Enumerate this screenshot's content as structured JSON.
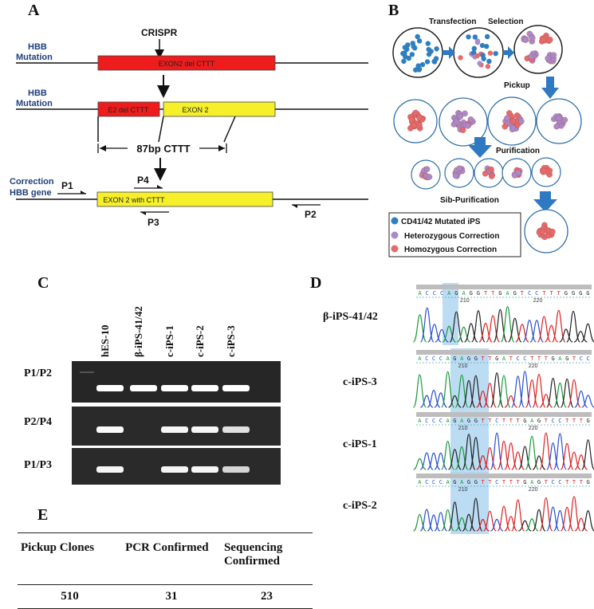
{
  "panels": {
    "a": "A",
    "b": "B",
    "c": "C",
    "d": "D",
    "e": "E"
  },
  "panel_a": {
    "row1_label_line1": "HBB",
    "row1_label_line2": "Mutation",
    "crispr": "CRISPR",
    "exon2_del": "EXON2 del CTTT",
    "row2_label_line1": "HBB",
    "row2_label_line2": "Mutation",
    "e2_del": "E2 del CTTT",
    "exon2": "EXON 2",
    "bp": "87bp CTTT",
    "row3_label_line1": "Correction",
    "row3_label_line2": "HBB gene",
    "p1": "P1",
    "p4": "P4",
    "exon2_with": "EXON 2 with CTTT",
    "p3": "P3",
    "p2": "P2"
  },
  "panel_b": {
    "transfection": "Transfection",
    "selection": "Selection",
    "pickup": "Pickup",
    "purification": "Purification",
    "sib_purification": "Sib-Purification",
    "legend": [
      "CD41/42 Mutated iPS",
      "Heterozygous  Correction",
      "Homozygous Correction"
    ],
    "colors": {
      "mutated": "#2f7fbf",
      "heterozygous": "#a98ac9",
      "homozygous": "#e46b6b",
      "arrow": "#2e79c2"
    }
  },
  "panel_c": {
    "lanes": [
      "hES-10",
      "β-iPS-41/42",
      "c-iPS-1",
      "c-iPS-2",
      "c-iPS-3"
    ],
    "rows": [
      "P1/P2",
      "P2/P4",
      "P1/P3"
    ]
  },
  "panel_d": {
    "samples": [
      {
        "label": "β-iPS-41/42",
        "seq": "ACCCAGAGGTTGAGTCCTTTGGGG",
        "tick1": "210",
        "tick2": "220"
      },
      {
        "label": "c-iPS-3",
        "seq": "ACCCAGAGGTTGATCCTTTGAGTCC",
        "tick1": "210",
        "tick2": "220"
      },
      {
        "label": "c-iPS-1",
        "seq": "ACCCAGAGGTTCTTTGAGTCCTTTG",
        "tick1": "210",
        "tick2": "220"
      },
      {
        "label": "c-iPS-2",
        "seq": "ACCCAGAGGTTCTTTGAGTCCTTTG",
        "tick1": "210",
        "tick2": "220"
      }
    ]
  },
  "panel_e": {
    "headers": [
      "Pickup Clones",
      "PCR Confirmed",
      "Sequencing Confirmed"
    ],
    "values": [
      "510",
      "31",
      "23"
    ]
  }
}
